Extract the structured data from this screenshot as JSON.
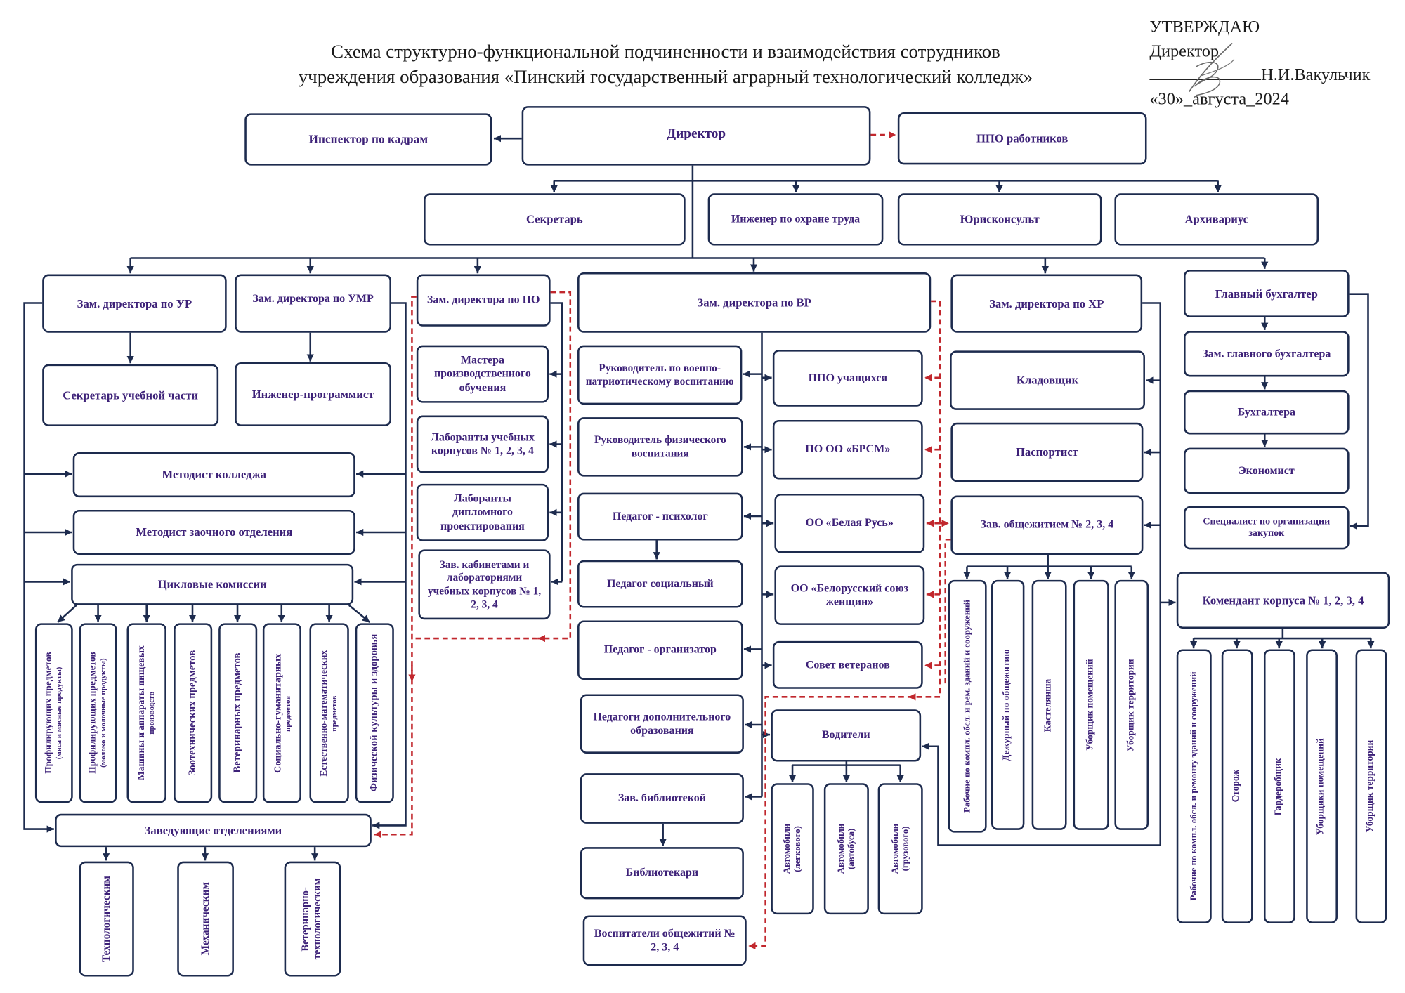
{
  "header": {
    "title_line1": "Схема структурно-функциональной подчиненности и взаимодействия сотрудников",
    "title_line2": "учреждения образования «Пинский государственный аграрный технологический колледж»"
  },
  "approval": {
    "heading": "УТВЕРЖДАЮ",
    "position": "Директор",
    "name": "Н.И.Вакульчик",
    "date": "«30»_августа_2024"
  },
  "nodes": {
    "hr_inspector": "Инспектор по кадрам",
    "director": "Директор",
    "trade_union_staff": "ППО работников",
    "secretary": "Секретарь",
    "safety_engineer": "Инженер по охране труда",
    "legal_counsel": "Юрисконсульт",
    "archivist": "Архивариус",
    "deputy_ur": "Зам. директора по УР",
    "deputy_umr": "Зам. директора по УМР",
    "deputy_po": "Зам. директора по ПО",
    "deputy_vr": "Зам. директора по ВР",
    "deputy_hr": "Зам. директора по ХР",
    "chief_accountant": "Главный бухгалтер",
    "academic_secretary": "Секретарь учебной части",
    "software_engineer": "Инженер-программист",
    "industrial_masters": "Мастера производственного обучения",
    "lab_assistants_buildings": "Лаборанты учебных корпусов № 1, 2, 3, 4",
    "lab_assistants_diploma": "Лаборанты дипломного проектирования",
    "heads_of_classrooms": "Зав. кабинетами и лабораториями учебных корпусов № 1, 2, 3, 4",
    "military_patriotic_head": "Руководитель по военно-патриотическому воспитанию",
    "physical_education_head": "Руководитель физического воспитания",
    "psychologist": "Педагог - психолог",
    "social_pedagogue": "Педагог социальный",
    "pedagogue_organizer": "Педагог - организатор",
    "additional_education_teachers": "Педагоги дополнительного образования",
    "library_head": "Зав. библиотекой",
    "librarians": "Библиотекари",
    "dorm_tutors": "Воспитатели общежитий № 2, 3, 4",
    "student_trade_union": "ППО учащихся",
    "brsm": "ПО ОО «БРСМ»",
    "belaya_rus": "ОО «Белая Русь»",
    "womens_union": "ОО «Белорусский союз женщин»",
    "veterans_council": "Совет ветеранов",
    "drivers": "Водители",
    "cars": [
      {
        "main": "Автомобили",
        "sub": "(легкового)"
      },
      {
        "main": "Автомобили",
        "sub": "(автобуса)"
      },
      {
        "main": "Автомобили",
        "sub": "(грузового)"
      }
    ],
    "storekeeper": "Кладовщик",
    "passport_officer": "Паспортист",
    "dorm_head": "Зав. общежитием № 2, 3, 4",
    "dorm_workers": [
      "Рабочие по компл. обсл. и рем. зданий и сооружений",
      "Дежурный по общежитию",
      "Кастелянша",
      "Уборщик помещений",
      "Уборщик территории"
    ],
    "deputy_chief_accountant": "Зам. главного бухгалтера",
    "accountants": "Бухгалтера",
    "economist": "Экономист",
    "procurement_specialist": "Специалист по организации закупок",
    "building_commandant": "Комендант корпуса № 1, 2, 3, 4",
    "building_staff": [
      "Рабочие по компл. обсл. и ремонту зданий и сооружений",
      "Сторож",
      "Гардеробщик",
      "Уборщики помещений",
      "Уборщик территории"
    ],
    "methodist_college": "Методист колледжа",
    "methodist_correspondence": "Методист заочного отделения",
    "cycle_commissions": "Цикловые комиссии",
    "commissions": [
      {
        "main": "Профилирующих предметов",
        "sub": "(мяса и мясные продукты)"
      },
      {
        "main": "Профилирующих предметов",
        "sub": "(молоко и молочные продукты)"
      },
      {
        "main": "Машины и аппараты пищевых",
        "sub": "производств"
      },
      {
        "main": "Зоотехнических предметов"
      },
      {
        "main": "Ветеринарных предметов"
      },
      {
        "main": "Социально-гуманитарных",
        "sub": "предметов"
      },
      {
        "main": "Естественно-математических",
        "sub": "предметов"
      },
      {
        "main": "Физической культуры и здоровья"
      }
    ],
    "department_heads": "Заведующие отделениями",
    "departments": [
      "Технологическим",
      "Механическим",
      "Ветеринарно-технологическим"
    ]
  },
  "colors": {
    "border": "#1d2b4e",
    "label_text": "#3d2178",
    "dashed_link": "#c1272d"
  }
}
